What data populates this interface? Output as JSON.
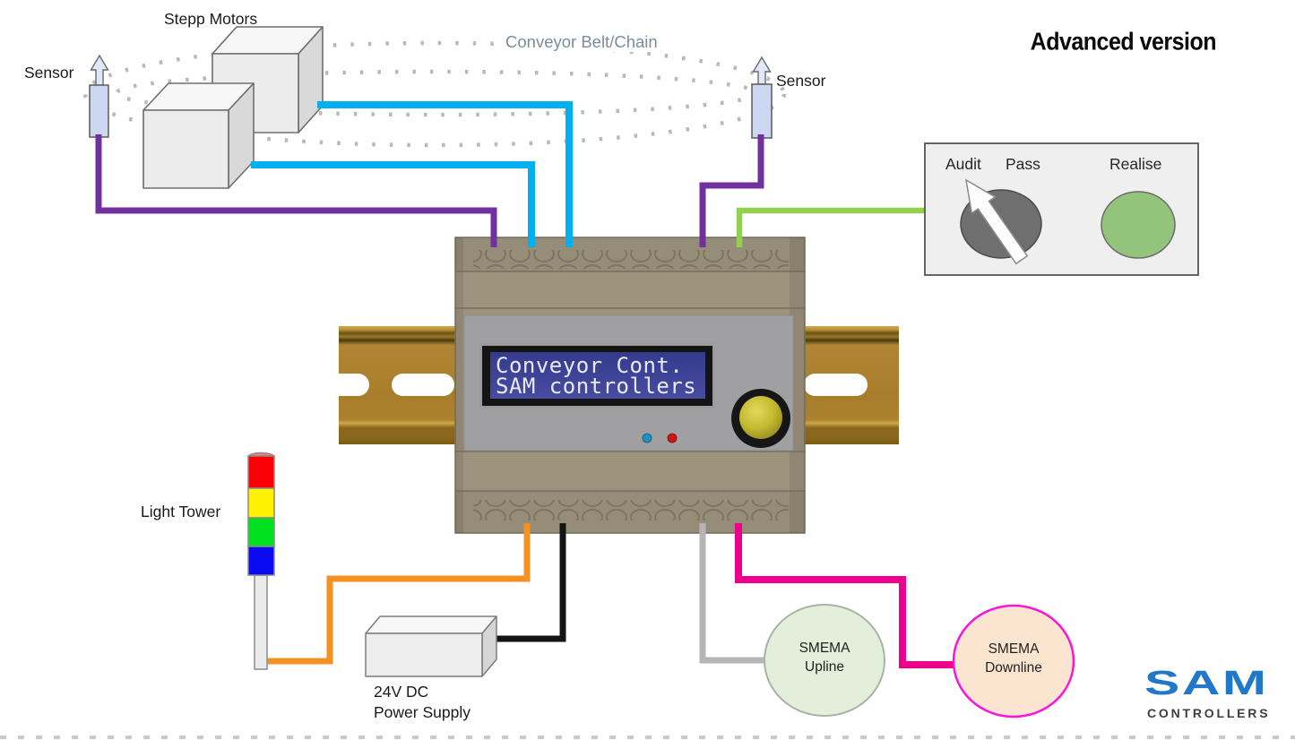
{
  "header": {
    "advanced_version": "Advanced version"
  },
  "conveyor": {
    "stepp_motors": "Stepp Motors",
    "belt_label": "Conveyor Belt/Chain",
    "sensor_left": "Sensor",
    "sensor_right": "Sensor"
  },
  "controller": {
    "lcd_line1": "Conveyor Cont.",
    "lcd_line2": "SAM controllers"
  },
  "panel": {
    "audit": "Audit",
    "pass": "Pass",
    "realise": "Realise"
  },
  "light_tower": {
    "label": "Light Tower"
  },
  "power_supply": {
    "line1": "24V DC",
    "line2": "Power Supply"
  },
  "smema": {
    "upline_line1": "SMEMA",
    "upline_line2": "Upline",
    "downline_line1": "SMEMA",
    "downline_line2": "Downline"
  },
  "logo": {
    "brand": "SAM",
    "subtitle": "CONTROLLERS"
  },
  "icons": {
    "sensor_arrow": "↑",
    "knob_pointer": "↖"
  },
  "colors": {
    "wire_purple": "#7030A0",
    "wire_cyan": "#00B0F0",
    "wire_green": "#92D050",
    "wire_orange": "#F59120",
    "wire_black": "#141414",
    "wire_gray": "#B5B5B5",
    "wire_magenta": "#EC008C",
    "belt_dot_gray": "#B9B9B9",
    "lcd_blue": "#3C3F93",
    "led_blue": "#2191BB",
    "led_red": "#CF1414",
    "button_yellow": "#CCC035",
    "realise_green": "#92C47C",
    "knob_gray": "#6F6F6F",
    "smema_upline_fill": "#E4EFDB",
    "smema_downline_fill": "#FCE5D0",
    "smema_downline_border": "#F816D9",
    "sensor_fill": "#CCD8F2",
    "body_tan": "#9C937D",
    "rail_gold": "#A87E2C",
    "logo_blue": "#2078C8"
  }
}
